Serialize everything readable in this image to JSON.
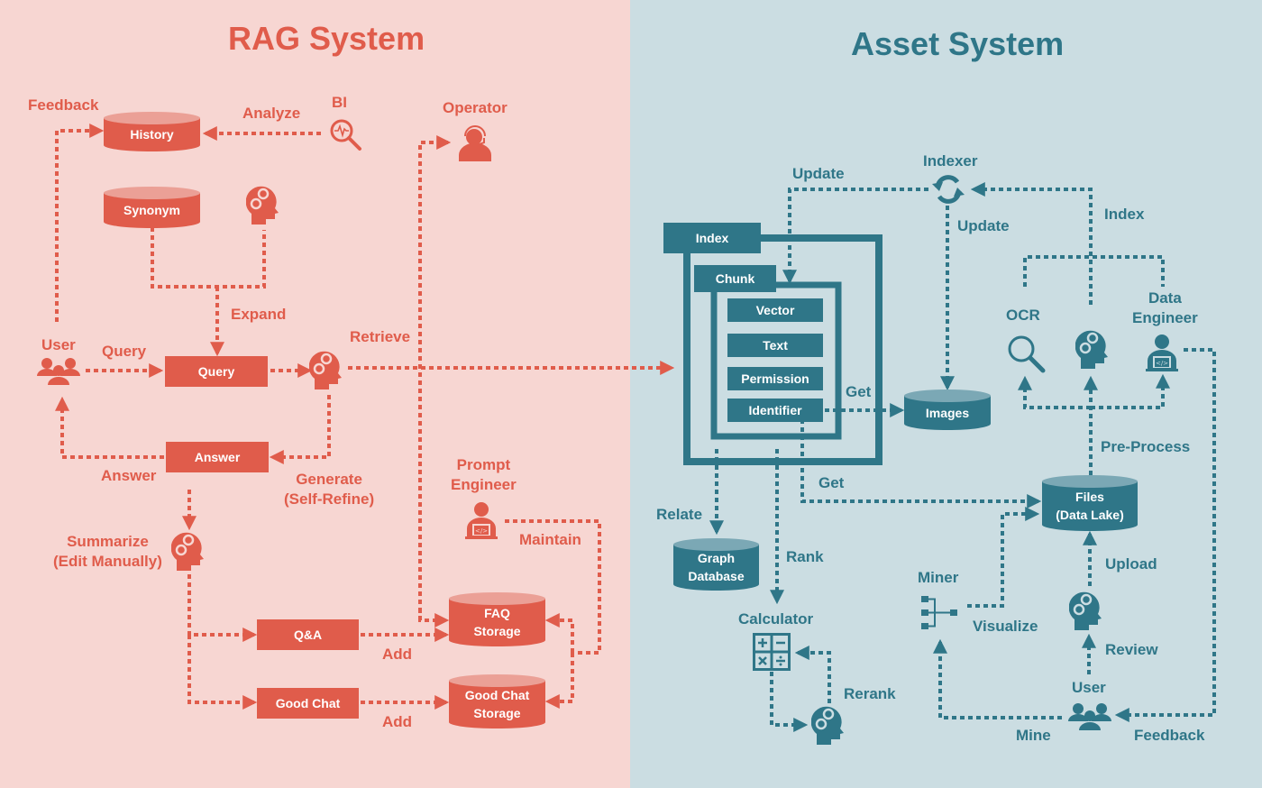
{
  "colors": {
    "rag_bg": "#f7d6d2",
    "rag_accent": "#e05c4b",
    "asset_bg": "#cbdde2",
    "asset_accent": "#2f7688"
  },
  "rag": {
    "title": "RAG System",
    "nodes": {
      "history": "History",
      "synonym": "Synonym",
      "query": "Query",
      "answer": "Answer",
      "qa": "Q&A",
      "good_chat": "Good Chat",
      "faq_storage": [
        "FAQ",
        "Storage"
      ],
      "good_chat_storage": [
        "Good Chat",
        "Storage"
      ]
    },
    "actors": {
      "user": "User",
      "bi": "BI",
      "operator": "Operator",
      "prompt_engineer": [
        "Prompt",
        "Engineer"
      ]
    },
    "edges": {
      "feedback": "Feedback",
      "analyze": "Analyze",
      "expand": "Expand",
      "query": "Query",
      "retrieve": "Retrieve",
      "answer": "Answer",
      "generate": [
        "Generate",
        "(Self-Refine)"
      ],
      "summarize": [
        "Summarize",
        "(Edit Manually)"
      ],
      "maintain": "Maintain",
      "add_qa": "Add",
      "add_chat": "Add"
    },
    "icons": {
      "user": "users-group-icon",
      "bi": "analytics-search-icon",
      "operator": "headset-operator-icon",
      "ai": "ai-brain-gears-icon",
      "prompt_engineer": "developer-laptop-icon"
    }
  },
  "asset": {
    "title": "Asset System",
    "index_frame": {
      "index": "Index",
      "chunk": "Chunk",
      "fields": [
        "Vector",
        "Text",
        "Permission",
        "Identifier"
      ]
    },
    "nodes": {
      "images": "Images",
      "graph_database": [
        "Graph",
        "Database"
      ],
      "files": [
        "Files",
        "(Data Lake)"
      ]
    },
    "actors": {
      "indexer": "Indexer",
      "ocr": "OCR",
      "data_engineer": [
        "Data",
        "Engineer"
      ],
      "calculator": "Calculator",
      "miner": "Miner",
      "user": "User"
    },
    "edges": {
      "update_top": "Update",
      "update_images": "Update",
      "index": "Index",
      "get_images": "Get",
      "get_files": "Get",
      "relate": "Relate",
      "rank": "Rank",
      "rerank": "Rerank",
      "pre_process": "Pre-Process",
      "upload": "Upload",
      "review": "Review",
      "visualize": "Visualize",
      "mine": "Mine",
      "feedback": "Feedback"
    },
    "icons": {
      "indexer": "sync-refresh-icon",
      "ocr": "magnifier-icon",
      "ai": "ai-brain-gears-icon",
      "data_engineer": "developer-laptop-icon",
      "calculator": "calculator-icon",
      "miner": "hierarchy-tree-icon",
      "user": "users-group-icon"
    }
  }
}
